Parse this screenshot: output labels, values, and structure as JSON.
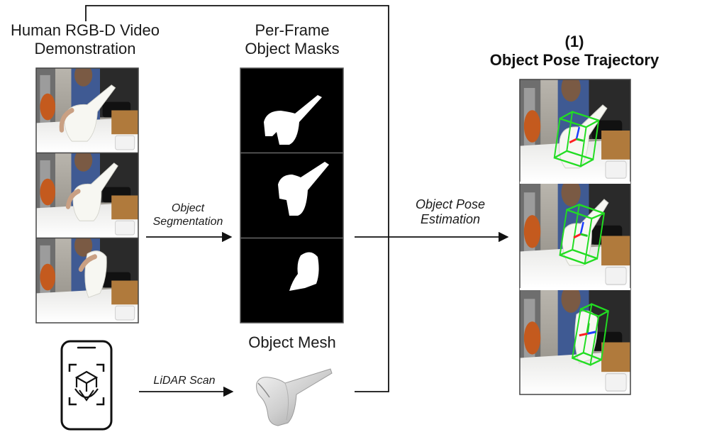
{
  "labels": {
    "video_line1": "Human RGB-D Video",
    "video_line2": "Demonstration",
    "masks_line1": "Per-Frame",
    "masks_line2": "Object Masks",
    "mesh": "Object Mesh",
    "output_line1": "(1)",
    "output_line2": "Object Pose Trajectory"
  },
  "arrows": {
    "segmentation_line1": "Object",
    "segmentation_line2": "Segmentation",
    "pose_line1": "Object Pose",
    "pose_line2": "Estimation",
    "lidar": "LiDAR Scan"
  },
  "colors": {
    "pose_box": "#22dd22",
    "axis_x": "#ff2020",
    "axis_y": "#1a3cff",
    "axis_z": "#22cc22",
    "mask_bg": "#000000",
    "mask_fg": "#ffffff"
  },
  "icons": {
    "phone": "smartphone-lidar-icon",
    "mesh": "watering-can-mesh"
  }
}
